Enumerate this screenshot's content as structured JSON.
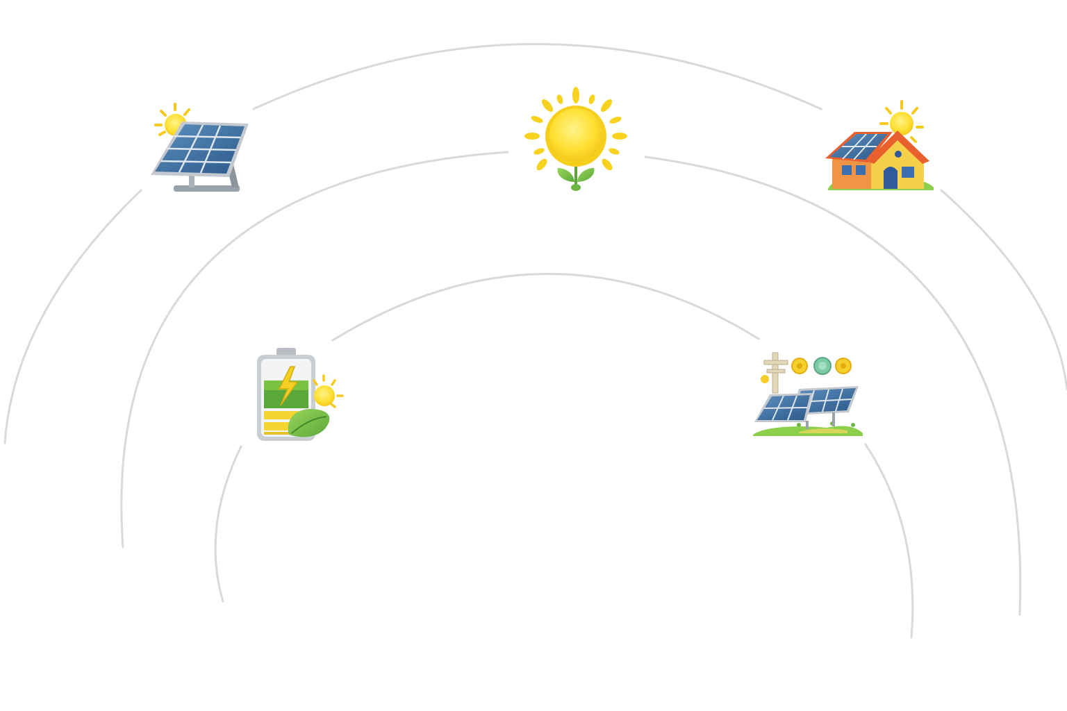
{
  "diagram": {
    "nodes": [
      {
        "id": "solar-panel",
        "icon": "solar-panel-with-sun-icon"
      },
      {
        "id": "sun",
        "icon": "sun-with-sprout-icon"
      },
      {
        "id": "solar-house",
        "icon": "house-with-solar-roof-icon"
      },
      {
        "id": "battery",
        "icon": "green-battery-with-leaf-icon"
      },
      {
        "id": "solar-farm",
        "icon": "solar-farm-with-grid-icon"
      }
    ],
    "colors": {
      "arc": "#d9d9d9",
      "sun": "#f7d21e",
      "sun_center": "#ffe866",
      "panel_blue": "#3a6b9c",
      "panel_frame": "#9aa3ab",
      "leaf_green": "#7cc242",
      "roof_orange": "#ef7a3c",
      "house_yellow": "#f7d04a",
      "grass_green": "#8ccf4d"
    }
  }
}
